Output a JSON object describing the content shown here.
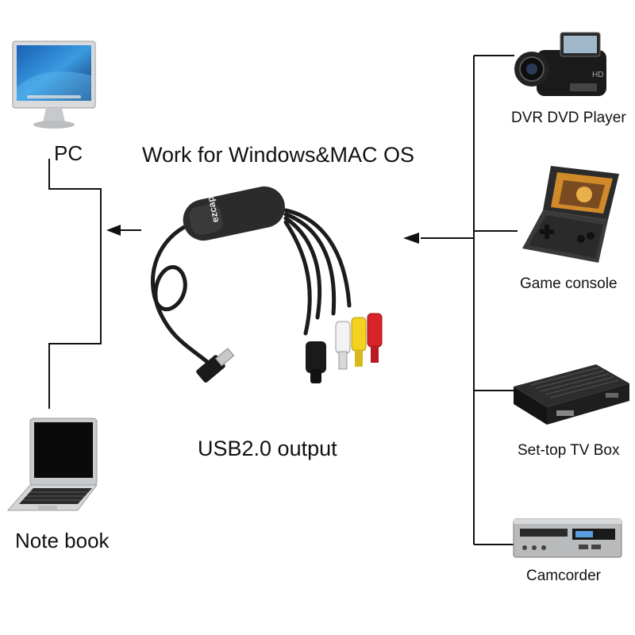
{
  "title": "Work for Windows&MAC OS",
  "caption": "USB2.0 output",
  "device_brand": "ezcap",
  "left_devices": [
    {
      "label": "PC",
      "icon": "desktop-monitor-icon"
    },
    {
      "label": "Note book",
      "icon": "laptop-icon"
    }
  ],
  "right_devices": [
    {
      "label": "DVR DVD Player",
      "icon": "camcorder-icon"
    },
    {
      "label": "Game console",
      "icon": "handheld-game-console-icon"
    },
    {
      "label": "Set-top TV Box",
      "icon": "set-top-box-icon"
    },
    {
      "label": "Camcorder",
      "icon": "dvd-player-icon"
    }
  ],
  "colors": {
    "line": "#111111",
    "rca_yellow": "#f2d21e",
    "rca_red": "#d8232a",
    "rca_white": "#f2f2f2",
    "cable": "#1c1c1c"
  }
}
